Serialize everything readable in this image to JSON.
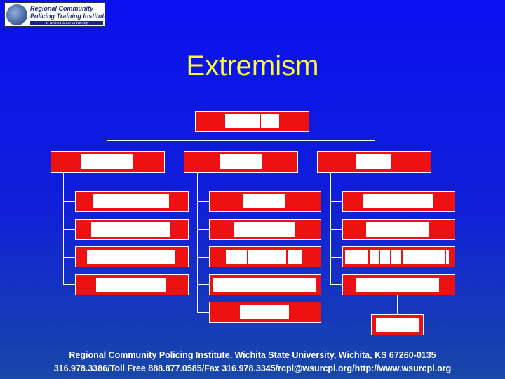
{
  "logo": {
    "line1": "Regional Community",
    "line2": "Policing Training Institute",
    "tagline": "at Wichita State University"
  },
  "slide": {
    "title": "Extremism"
  },
  "footer": {
    "line1": "Regional Community Policing Institute, Wichita State University, Wichita, KS 67260-0135",
    "line2": "316.978.3386/Toll Free 888.877.0585/Fax 316.978.3345/rcpi@wsurcpi.org/http://www.wsurcpi.org"
  },
  "colors": {
    "box": "#ee1111",
    "title": "#ffff33",
    "connector": "#ffffff"
  }
}
